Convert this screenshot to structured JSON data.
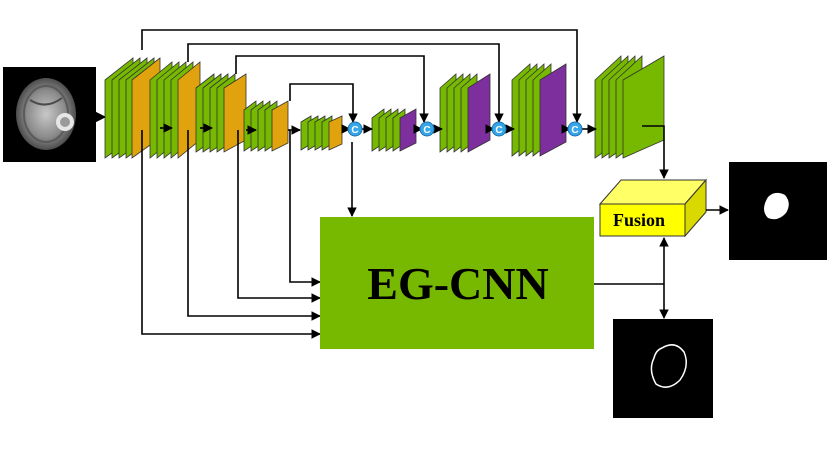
{
  "diagram": {
    "eg_cnn_label": "EG-CNN",
    "fusion_label": "Fusion",
    "concat_symbol": "C",
    "colors": {
      "encoder_layer": "#76b900",
      "pool_layer": "#e0a30d",
      "decoder_layer": "#7e2f9e",
      "eg_cnn_box": "#76b900",
      "fusion_box": "#ffff00",
      "concat_node": "#35a7e8",
      "arrow": "#000000"
    },
    "images": {
      "input": "brain-mri-input",
      "segmentation_output": "tumor-mask-output",
      "edge_output": "tumor-edge-output"
    }
  }
}
